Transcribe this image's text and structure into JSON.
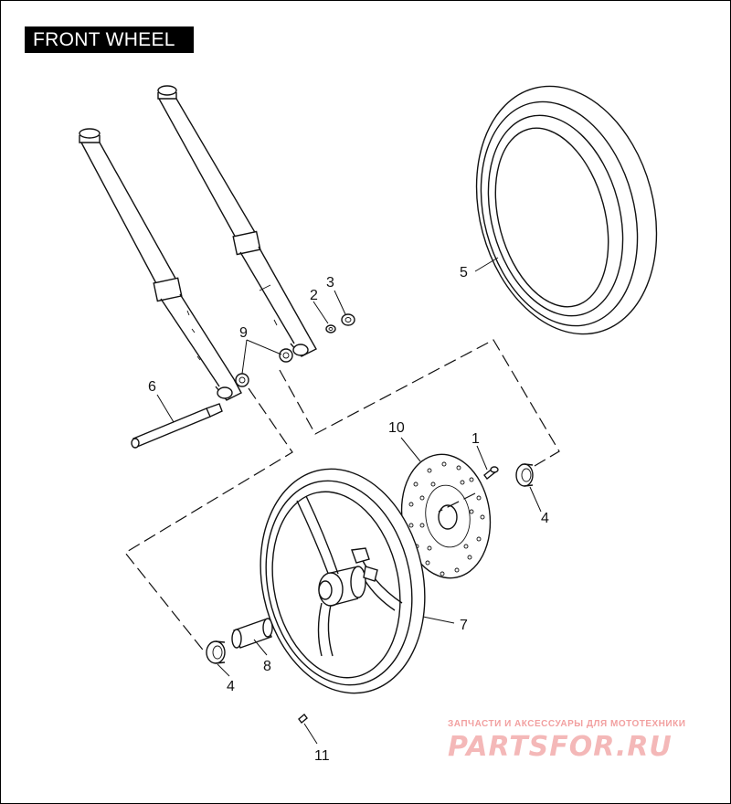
{
  "title": "FRONT WHEEL",
  "callouts": {
    "c1": "1",
    "c2": "2",
    "c3": "3",
    "c4a": "4",
    "c4b": "4",
    "c5": "5",
    "c6": "6",
    "c7": "7",
    "c8": "8",
    "c9": "9",
    "c10": "10",
    "c11": "11"
  },
  "watermark": {
    "caption": "ЗАПЧАСТИ И АКСЕССУАРЫ ДЛЯ МОТОТЕХНИКИ",
    "logo": "PARTSFOR.RU",
    "color": "#f2a0a0"
  }
}
